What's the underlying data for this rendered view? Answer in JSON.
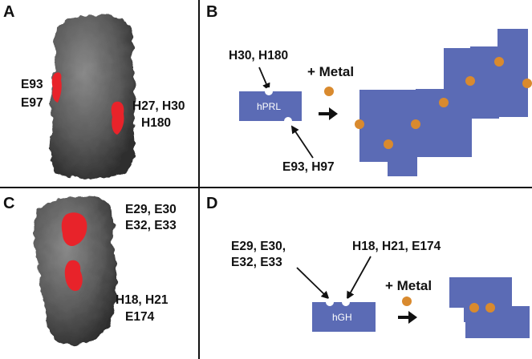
{
  "colors": {
    "protein_surface": "#5a5a5a",
    "binding_site": "#e8232a",
    "protein_block": "#5b6bb5",
    "metal_ion": "#d98a2e",
    "divider": "#111111"
  },
  "panels": [
    {
      "letter": "A",
      "site_1": [
        "E93",
        "E97"
      ],
      "site_2": [
        "H27, H30",
        "H180"
      ]
    },
    {
      "letter": "B",
      "protein_label": "hPRL",
      "top_site": "H30, H180",
      "bottom_site": "E93, H97",
      "metal_label": "+ Metal"
    },
    {
      "letter": "C",
      "site_1": [
        "E29, E30",
        "E32, E33"
      ],
      "site_2": [
        "H18, H21",
        "E174"
      ]
    },
    {
      "letter": "D",
      "protein_label": "hGH",
      "left_site": [
        "E29, E30,",
        "E32, E33"
      ],
      "right_site": "H18, H21, E174",
      "metal_label": "+ Metal"
    }
  ]
}
